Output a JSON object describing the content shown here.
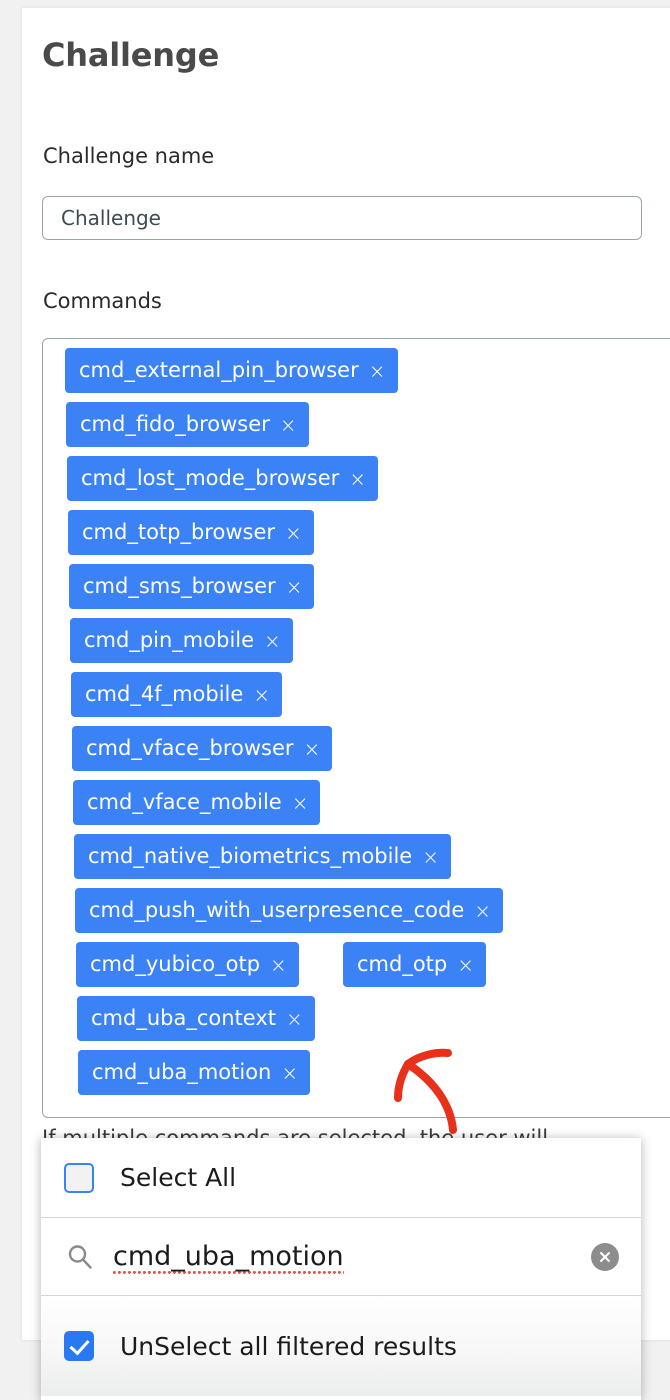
{
  "page": {
    "title": "Challenge"
  },
  "form": {
    "challenge_name": {
      "label": "Challenge name",
      "value": "Challenge",
      "placeholder": "Challenge"
    },
    "commands": {
      "label": "Commands",
      "helper_text": "If multiple commands are selected, the user will",
      "remove_glyph": "×",
      "tags": [
        {
          "label": "cmd_external_pin_browser",
          "indent": 22
        },
        {
          "label": "cmd_fido_browser",
          "indent": 23
        },
        {
          "label": "cmd_lost_mode_browser",
          "indent": 24
        },
        {
          "label": "cmd_totp_browser",
          "indent": 25
        },
        {
          "label": "cmd_sms_browser",
          "indent": 26
        },
        {
          "label": "cmd_pin_mobile",
          "indent": 27
        },
        {
          "label": "cmd_4f_mobile",
          "indent": 28
        },
        {
          "label": "cmd_vface_browser",
          "indent": 29
        },
        {
          "label": "cmd_vface_mobile",
          "indent": 30
        },
        {
          "label": "cmd_native_biometrics_mobile",
          "indent": 31
        },
        {
          "label": "cmd_push_with_userpresence_code",
          "indent": 32
        },
        {
          "label": "cmd_yubico_otp",
          "indent": 33
        },
        {
          "label": "cmd_otp",
          "indent": 300
        },
        {
          "label": "cmd_uba_context",
          "indent": 34
        },
        {
          "label": "cmd_uba_motion",
          "indent": 35
        }
      ],
      "tag_rows": [
        [
          0
        ],
        [
          1
        ],
        [
          2
        ],
        [
          3
        ],
        [
          4
        ],
        [
          5
        ],
        [
          6
        ],
        [
          7
        ],
        [
          8
        ],
        [
          9
        ],
        [
          10
        ],
        [
          11,
          12
        ],
        [
          13
        ],
        [
          14
        ]
      ]
    }
  },
  "dropdown": {
    "select_all": {
      "label": "Select All",
      "checked": false
    },
    "search": {
      "value": "cmd_uba_motion",
      "icon": "search-icon",
      "clear_glyph": "×"
    },
    "unselect_filtered": {
      "label": "UnSelect all filtered results",
      "checked": true
    }
  },
  "annotation": {
    "type": "arrow",
    "color": "#e8301a",
    "points_to": "cmd_uba_motion"
  },
  "colors": {
    "tag_blue": "#3b82f6",
    "checkbox_blue": "#2979f2",
    "annotation_red": "#e8301a",
    "page_background": "#f1f1f1",
    "card_background": "#ffffff",
    "border_gray": "#9aa5ab"
  }
}
